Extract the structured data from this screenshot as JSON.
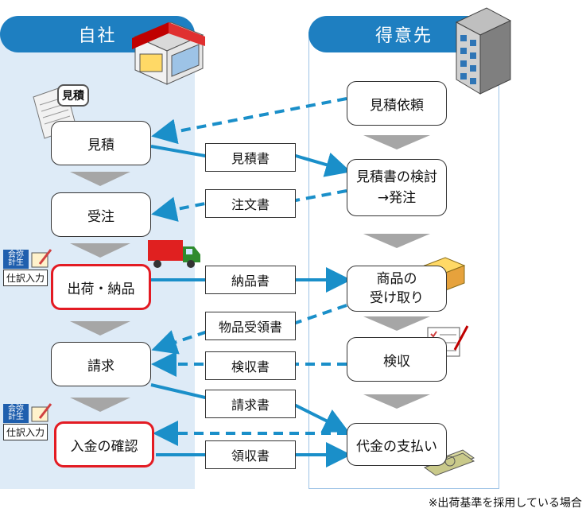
{
  "headers": {
    "own_company": "自社",
    "customer": "得意先"
  },
  "own_steps": [
    "見積",
    "受注",
    "出荷・納品",
    "請求",
    "入金の確認"
  ],
  "customer_steps": [
    "見積依頼",
    "見積書の検討\n→発注",
    "商品の\n受け取り",
    "検収",
    "代金の支払い"
  ],
  "documents": [
    "見積書",
    "注文書",
    "納品書",
    "物品受領書",
    "検収書",
    "請求書",
    "領収書"
  ],
  "icons": {
    "estimate_badge": "見積",
    "accounting_badge": "会弥\n計生",
    "journal_entry": "仕訳入力"
  },
  "colors": {
    "header": "#1e7fc1",
    "arrow": "#1a8fc9",
    "highlight": "#e31b23",
    "panel": "#deebf7"
  },
  "footnote": "※出荷基準を採用している場合"
}
